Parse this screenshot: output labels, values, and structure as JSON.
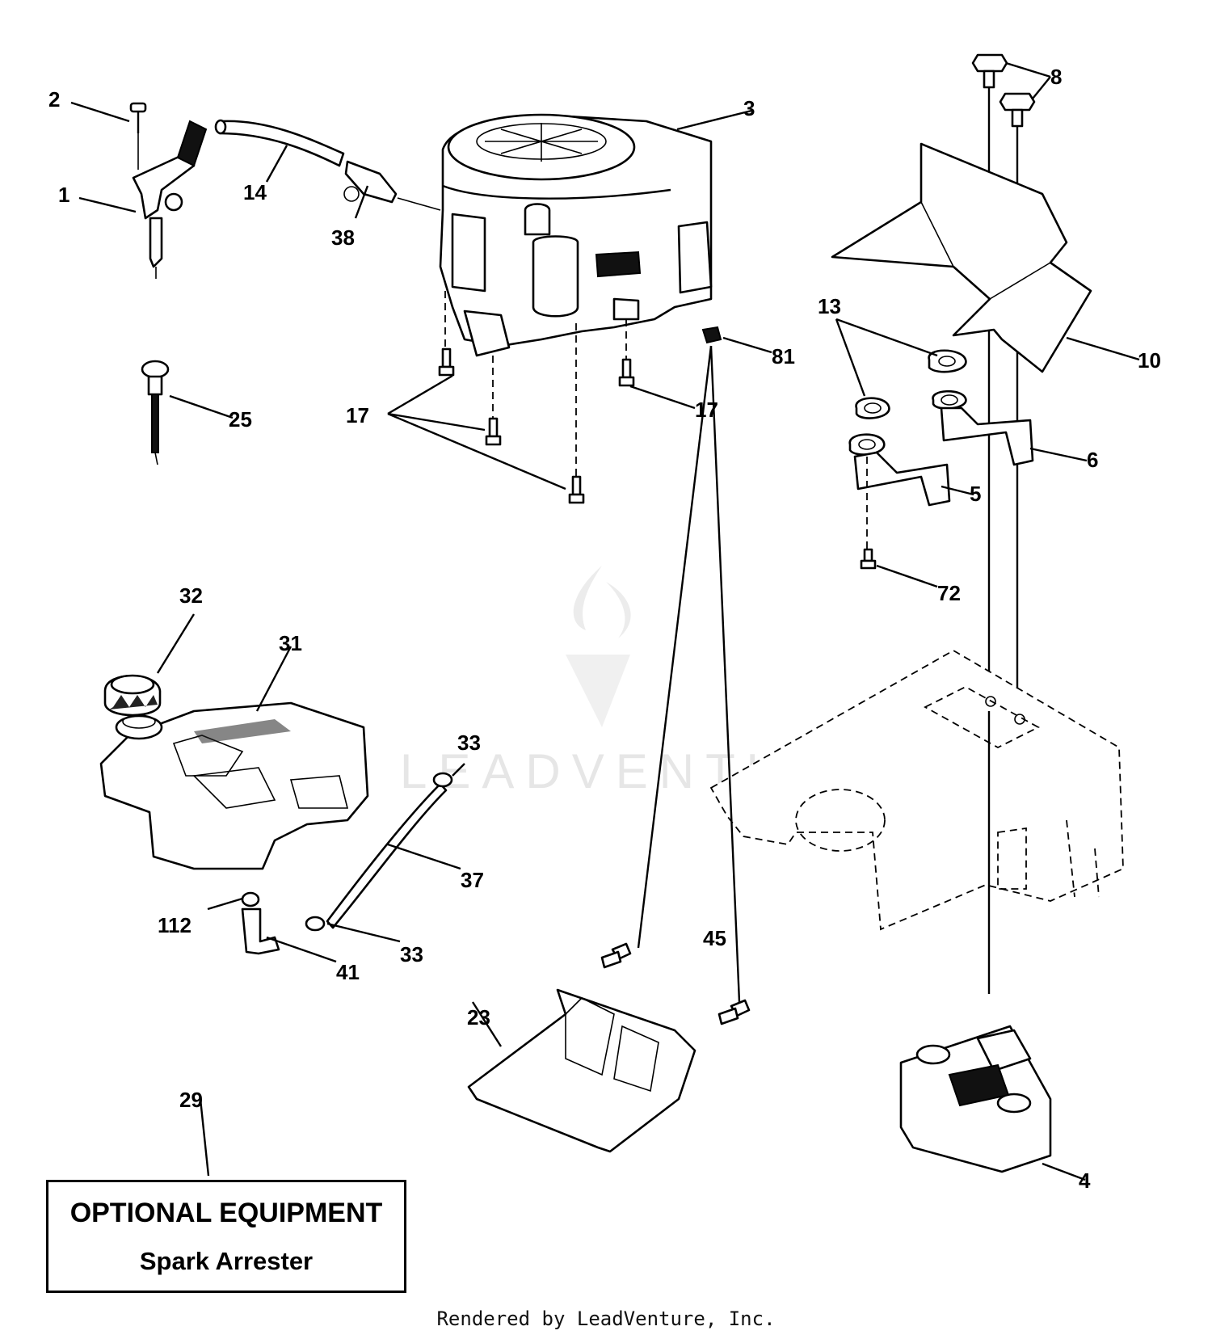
{
  "callouts": [
    {
      "id": "c1",
      "label": "1"
    },
    {
      "id": "c2",
      "label": "2"
    },
    {
      "id": "c3",
      "label": "3"
    },
    {
      "id": "c4",
      "label": "4"
    },
    {
      "id": "c5",
      "label": "5"
    },
    {
      "id": "c6",
      "label": "6"
    },
    {
      "id": "c8",
      "label": "8"
    },
    {
      "id": "c10",
      "label": "10"
    },
    {
      "id": "c13",
      "label": "13"
    },
    {
      "id": "c14",
      "label": "14"
    },
    {
      "id": "c17a",
      "label": "17"
    },
    {
      "id": "c17b",
      "label": "17"
    },
    {
      "id": "c23",
      "label": "23"
    },
    {
      "id": "c25",
      "label": "25"
    },
    {
      "id": "c29",
      "label": "29"
    },
    {
      "id": "c31",
      "label": "31"
    },
    {
      "id": "c32",
      "label": "32"
    },
    {
      "id": "c33a",
      "label": "33"
    },
    {
      "id": "c33b",
      "label": "33"
    },
    {
      "id": "c37",
      "label": "37"
    },
    {
      "id": "c38",
      "label": "38"
    },
    {
      "id": "c41",
      "label": "41"
    },
    {
      "id": "c45",
      "label": "45"
    },
    {
      "id": "c72",
      "label": "72"
    },
    {
      "id": "c81",
      "label": "81"
    },
    {
      "id": "c112",
      "label": "112"
    }
  ],
  "optional_box": {
    "title": "OPTIONAL EQUIPMENT",
    "item": "Spark Arrester"
  },
  "watermark": "LEADVENTURE",
  "footer": "Rendered by LeadVenture, Inc."
}
